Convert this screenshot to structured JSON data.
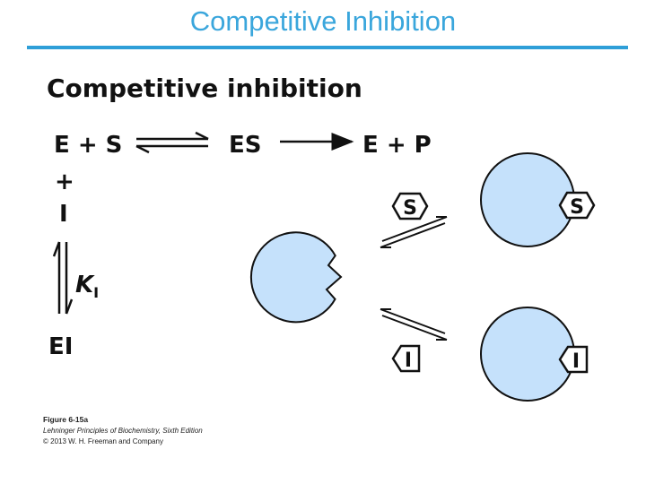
{
  "slide_title": "Competitive Inhibition",
  "figure": {
    "heading": "Competitive inhibition",
    "eq_left": "E + S",
    "eq_middle": "ES",
    "eq_right": "E + P",
    "plus": "+",
    "inhibitor": "I",
    "constant": "K",
    "constant_subscript": "I",
    "complex": "EI",
    "substrate_label": "S",
    "inhibitor_label": "I",
    "enzyme_color": "#c5e1fb",
    "caption_figure": "Figure 6-15a",
    "caption_book": "Lehninger Principles of Biochemistry, Sixth Edition",
    "caption_copyright": "© 2013 W. H. Freeman and Company"
  }
}
